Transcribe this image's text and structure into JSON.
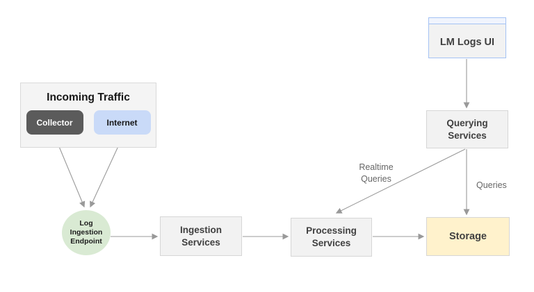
{
  "colors": {
    "canvas_bg": "#ffffff",
    "box_fill": "#f2f2f2",
    "box_border": "#d6d6d6",
    "box_text": "#404040",
    "collector_bg": "#5b5b5b",
    "collector_text": "#ffffff",
    "internet_bg": "#c9daf8",
    "endpoint_bg": "#d9ead3",
    "storage_bg": "#fff2cc",
    "lm_border": "#a4c2f4",
    "arrow": "#999999",
    "edge_label_text": "#666666"
  },
  "nodes": {
    "lm_logs_ui": {
      "label": "LM Logs UI"
    },
    "incoming_traffic": {
      "title": "Incoming Traffic",
      "collector_label": "Collector",
      "internet_label": "Internet"
    },
    "log_ingestion_endpoint": {
      "lines": [
        "Log",
        "Ingestion",
        "Endpoint"
      ]
    },
    "ingestion_services": {
      "lines": [
        "Ingestion",
        "Services"
      ]
    },
    "processing_services": {
      "lines": [
        "Processing",
        "Services"
      ]
    },
    "querying_services": {
      "lines": [
        "Querying",
        "Services"
      ]
    },
    "storage": {
      "label": "Storage"
    }
  },
  "edge_labels": {
    "realtime_queries": {
      "lines": [
        "Realtime",
        "Queries"
      ]
    },
    "queries": {
      "label": "Queries"
    }
  }
}
